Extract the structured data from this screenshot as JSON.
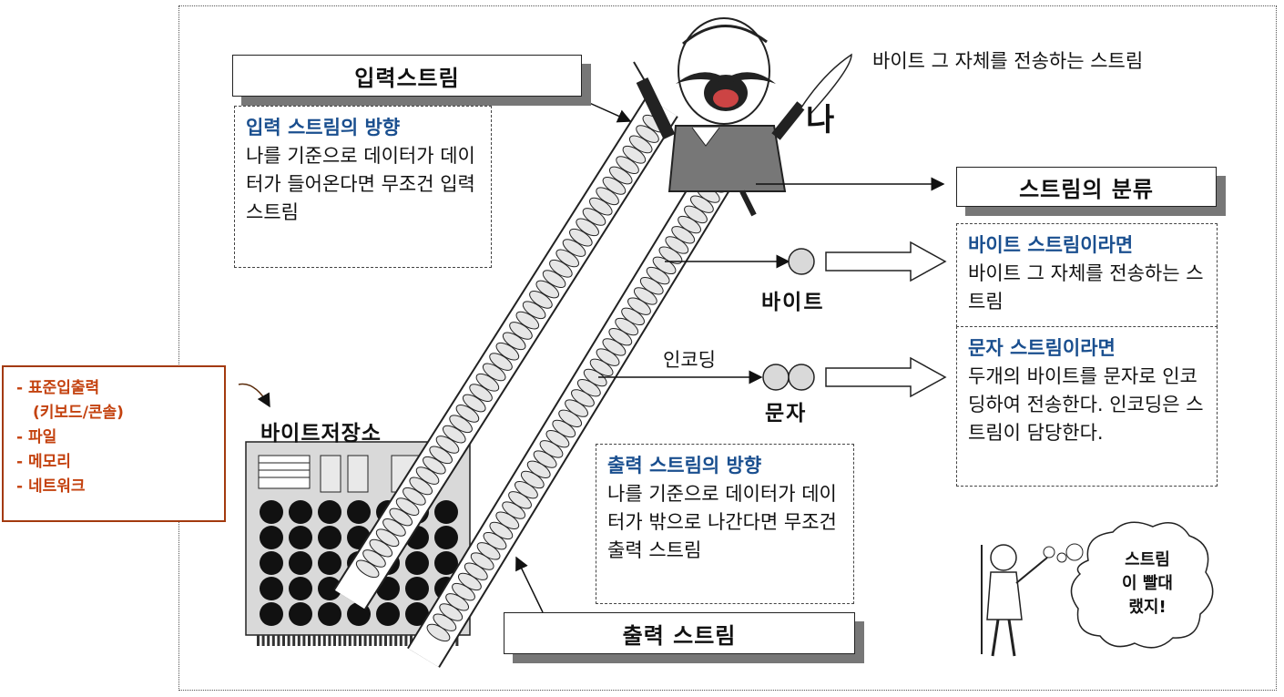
{
  "input_stream": {
    "title": "입력스트림",
    "heading": "입력 스트림의 방향",
    "body": "나를 기준으로 데이터가 데이터가 들어온다면 무조건 입력스트림"
  },
  "output_stream": {
    "title": "출력 스트림",
    "heading": "출력 스트림의 방향",
    "body": "나를 기준으로 데이터가 데이터가 밖으로 나간다면 무조건 출력 스트림"
  },
  "me": {
    "label": "나",
    "speech": "바이트 그 자체를 전송하는 스트림"
  },
  "classification": {
    "title": "스트림의 분류",
    "byte_label": "바이트",
    "char_label": "문자",
    "encoding_label": "인코딩",
    "byte_box": {
      "heading": "바이트 스트림이라면",
      "body": "바이트 그 자체를 전송하는 스트림"
    },
    "char_box": {
      "heading": "문자 스트림이라면",
      "body": "두개의 바이트를 문자로 인코딩하여 전송한다. 인코딩은 스트림이 담당한다."
    }
  },
  "storage": {
    "label": "바이트저장소",
    "items": [
      "- 표준입출력",
      "(키보드/콘솔)",
      "- 파일",
      "- 메모리",
      "- 네트워크"
    ]
  },
  "cloud": {
    "lines": [
      "스트림",
      "이 빨대",
      "랬지!"
    ]
  },
  "colors": {
    "heading_blue": "#1a4f8f",
    "storage_red": "#c4420f",
    "shadow_gray": "#777777"
  }
}
